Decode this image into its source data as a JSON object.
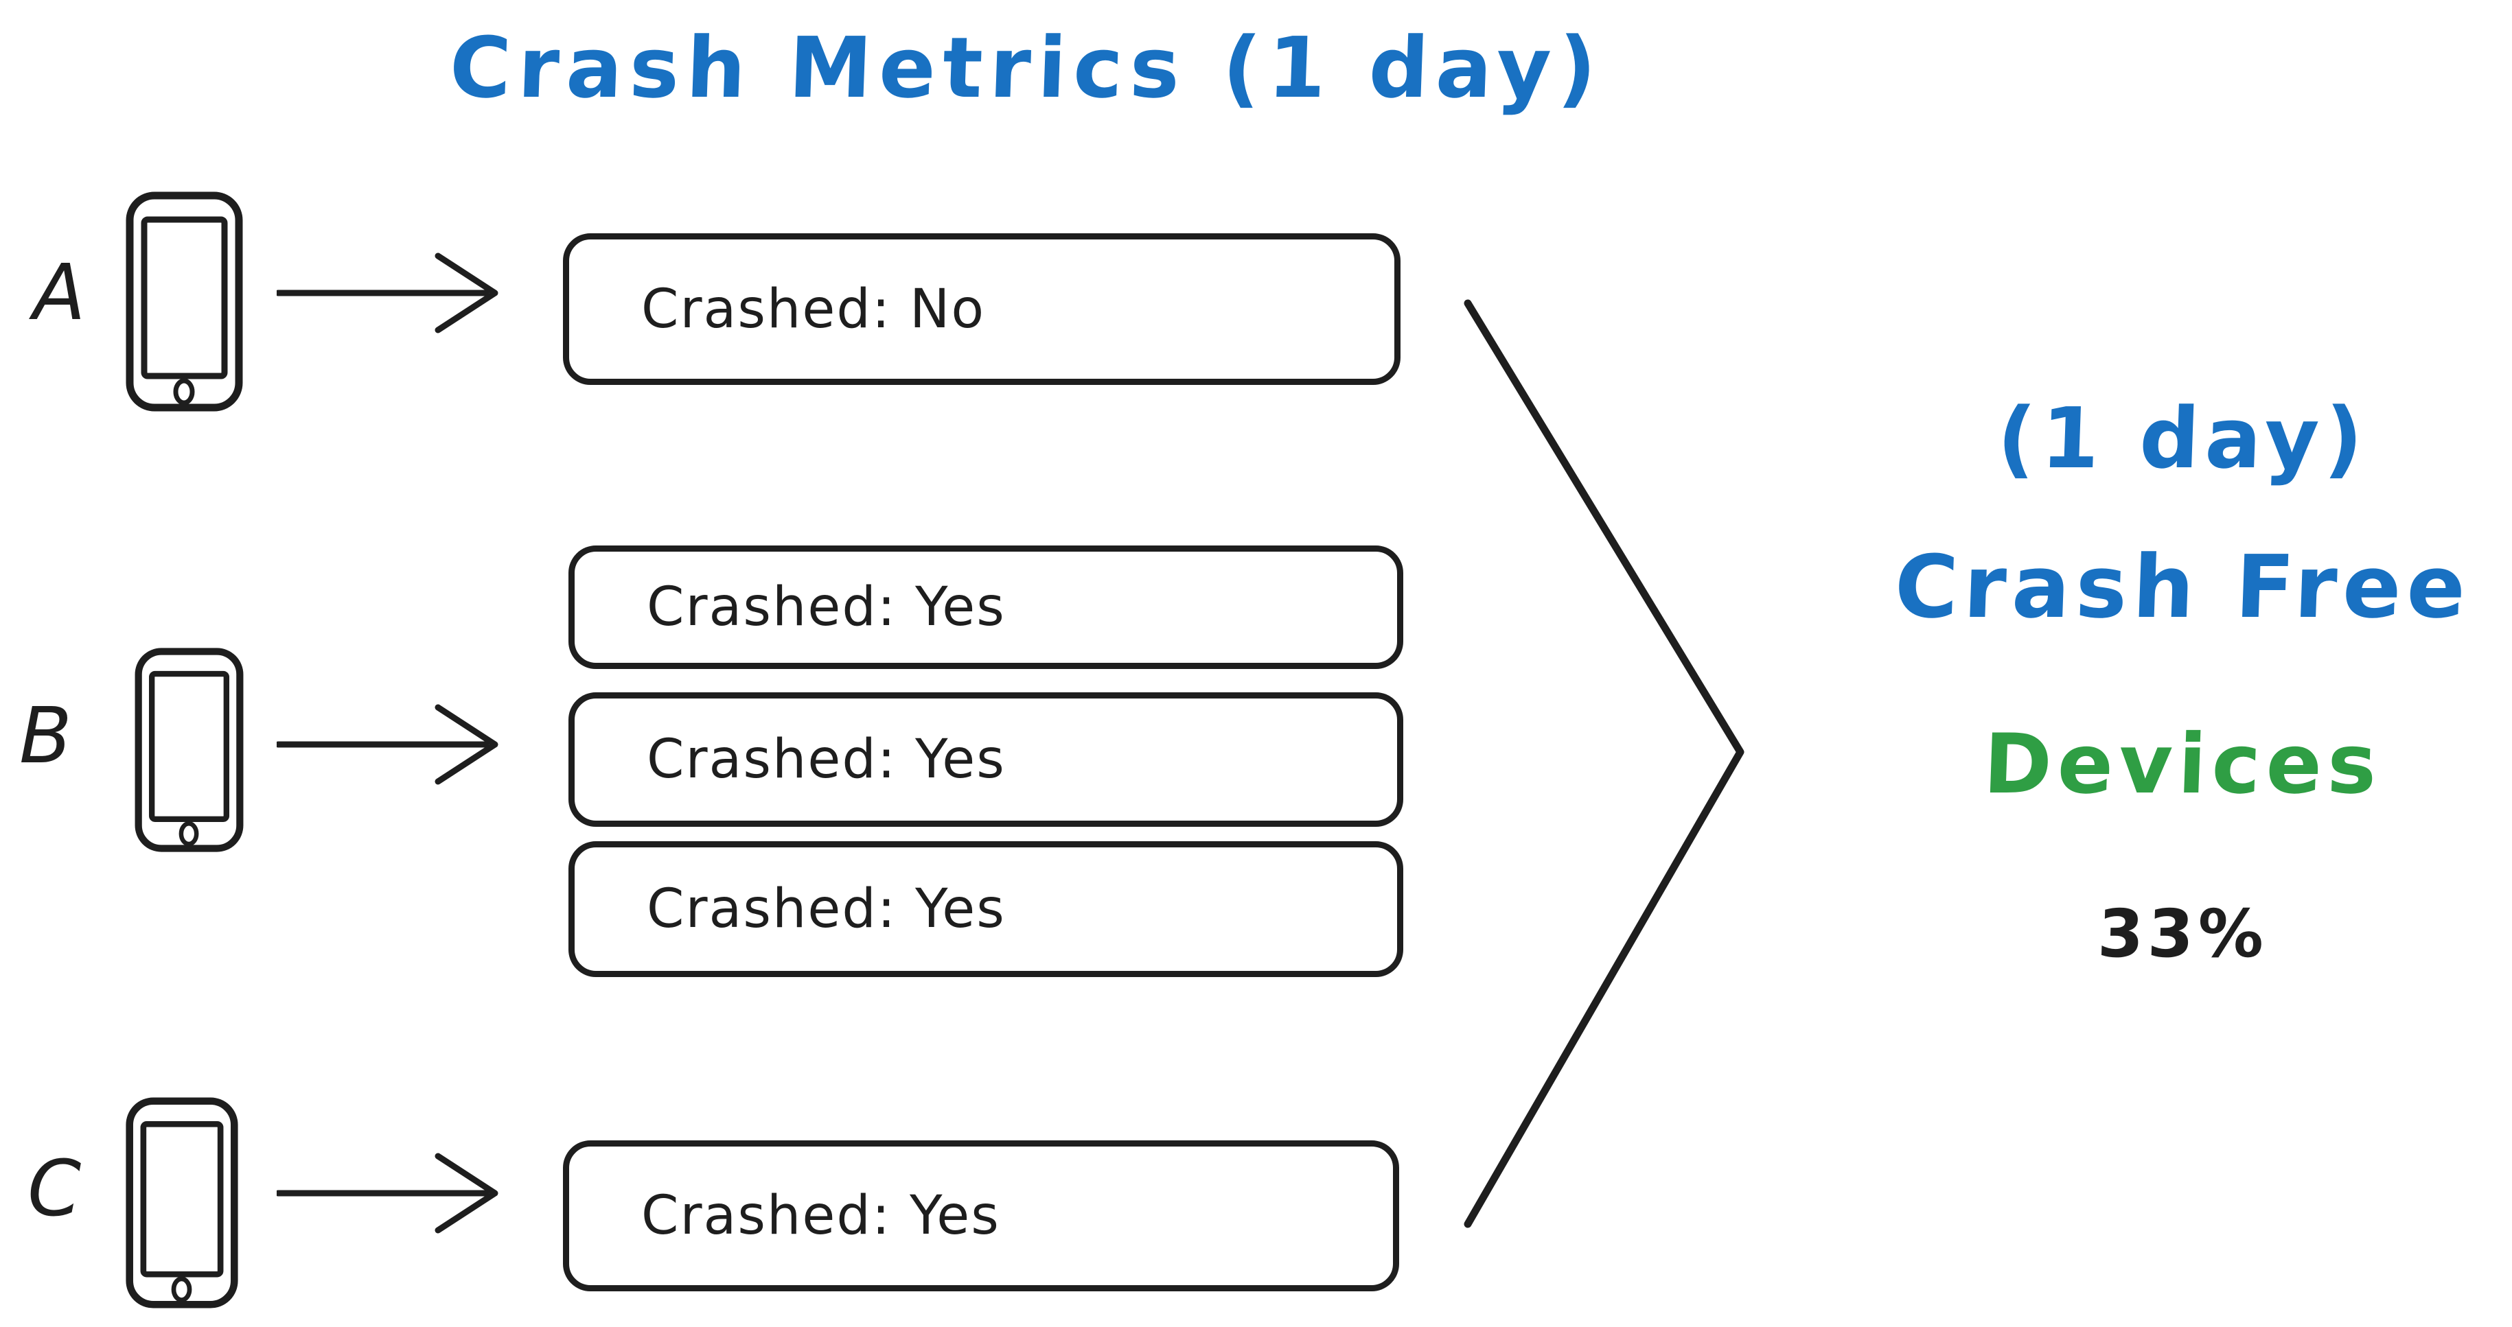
{
  "title": "Crash Metrics (1 day)",
  "devices": [
    {
      "label": "A",
      "sessions": [
        "Crashed: No"
      ]
    },
    {
      "label": "B",
      "sessions": [
        "Crashed: Yes",
        "Crashed: Yes",
        "Crashed: Yes"
      ]
    },
    {
      "label": "C",
      "sessions": [
        "Crashed: Yes"
      ]
    }
  ],
  "result": {
    "period": "(1 day)",
    "metric": "Crash Free",
    "subject": "Devices",
    "value": "33%"
  },
  "icons": {
    "phone": "phone-icon",
    "arrow": "arrow-right-icon",
    "merge": "chevron-right-icon"
  },
  "colors": {
    "ink": "#1e1e1e",
    "accent_blue": "#1971c2",
    "accent_green": "#2f9e44",
    "background": "#ffffff"
  }
}
